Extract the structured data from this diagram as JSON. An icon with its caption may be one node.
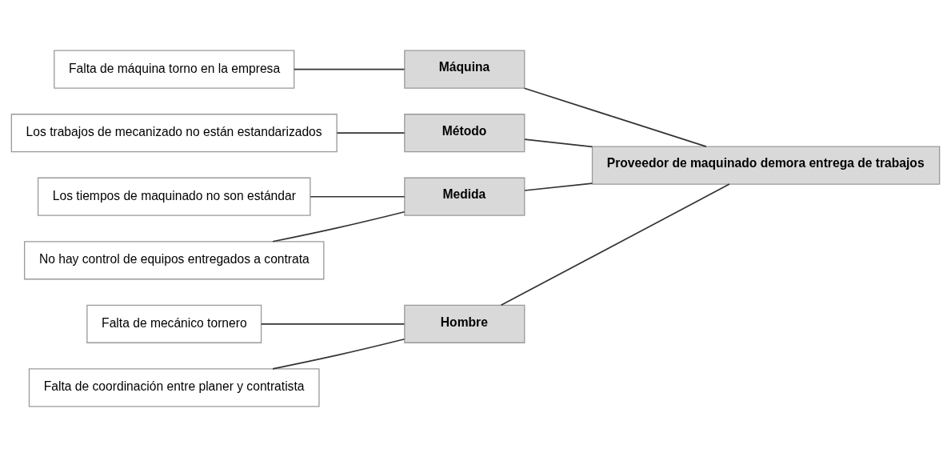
{
  "diagram": {
    "nodes": [
      {
        "text": [
          "Hombre"
        ]
      },
      {
        "text": [
          "Máquina"
        ]
      },
      {
        "text": [
          "Falta de mecánico tornero"
        ]
      },
      {
        "text": [
          "Falta de coordinación entre planer y contratista"
        ]
      },
      {
        "text": [
          "Falta de máquina torno en la empresa"
        ]
      },
      {
        "text": [
          "Proveedor de maquinado demora entrega de trabajos"
        ]
      },
      {
        "text": [
          "Los trabajos de mecanizado no están estandarizados"
        ]
      },
      {
        "text": [
          "Los tiempos de maquinado no son estándar"
        ]
      },
      {
        "text": [
          "No hay control de equipos entregados a contrata"
        ]
      },
      {
        "text": [
          "Método"
        ]
      },
      {
        "text": [
          "Medida"
        ]
      }
    ],
    "edges": [
      {
        "from": 2,
        "to": 0,
        "arrow": "none"
      },
      {
        "from": 3,
        "to": 0,
        "arrow": "none"
      },
      {
        "from": 4,
        "to": 1,
        "arrow": "none"
      },
      {
        "from": 6,
        "to": 9,
        "arrow": "none"
      },
      {
        "from": 7,
        "to": 10,
        "arrow": "none"
      },
      {
        "from": 8,
        "to": 10,
        "arrow": "none"
      },
      {
        "from": 0,
        "to": 5,
        "arrow": "none"
      },
      {
        "from": 1,
        "to": 5,
        "arrow": "none"
      },
      {
        "from": 9,
        "to": 5,
        "arrow": "none"
      },
      {
        "from": 10,
        "to": 5,
        "arrow": "none"
      }
    ]
  }
}
